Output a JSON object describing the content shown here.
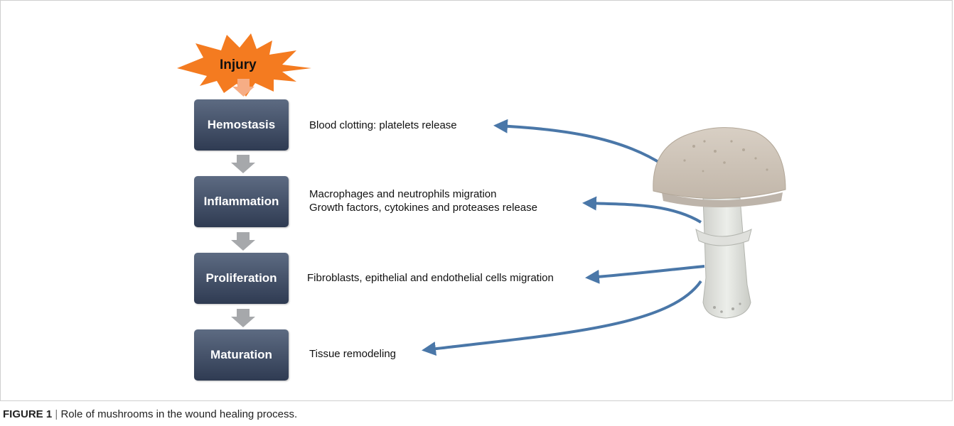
{
  "trigger": {
    "label": "Injury",
    "color": "#f47b20"
  },
  "stages": [
    {
      "label": "Hemostasis",
      "description": [
        "Blood clotting: platelets release"
      ]
    },
    {
      "label": "Inflammation",
      "description": [
        "Macrophages and neutrophils migration",
        "Growth factors, cytokines and proteases release"
      ]
    },
    {
      "label": "Proliferation",
      "description": [
        "Fibroblasts, epithelial and endothelial cells migration"
      ]
    },
    {
      "label": "Maturation",
      "description": [
        "Tissue remodeling"
      ]
    }
  ],
  "source_icon": "mushroom-illustration",
  "colors": {
    "stage_box": "#3b475d",
    "arrow": "#4a77a8",
    "flow_arrow": "#a6a8ab"
  },
  "caption": {
    "label": "FIGURE 1",
    "separator": "|",
    "text": "Role of mushrooms in the wound healing process."
  }
}
